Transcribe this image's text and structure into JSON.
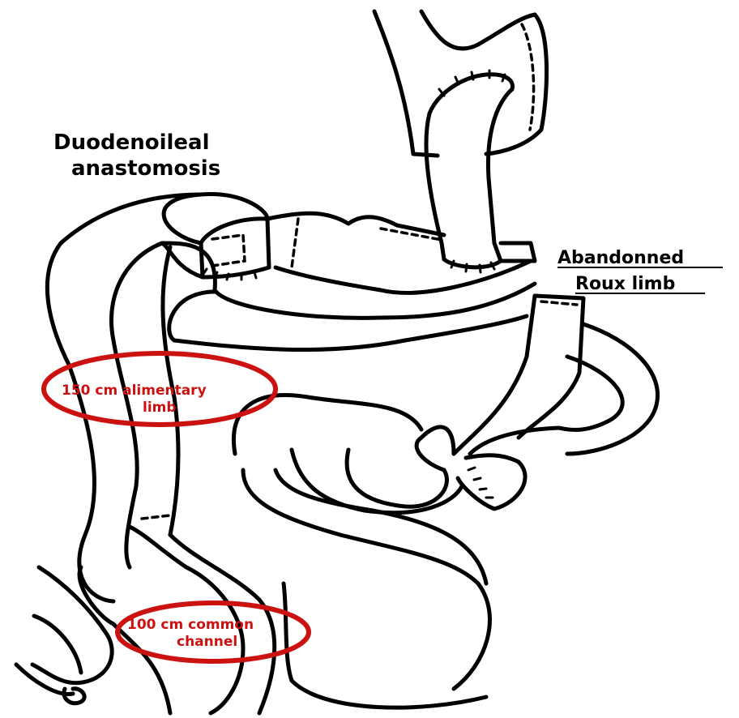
{
  "labels": {
    "duodenoileal_line1": "Duodenoileal",
    "duodenoileal_line2": "anastomosis",
    "abandoned_line1": "Abandonned",
    "abandoned_line2": "Roux limb",
    "alimentary_line1": "150 cm alimentary",
    "alimentary_line2": "limb",
    "common_line1": "100 cm common",
    "common_line2": "channel"
  },
  "colors": {
    "ink": "#000000",
    "highlight": "#cc1111"
  }
}
